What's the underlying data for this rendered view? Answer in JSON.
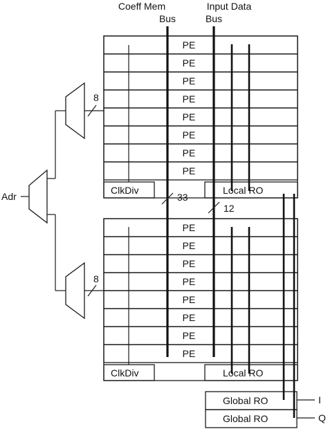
{
  "labels": {
    "coeff_bus_line1": "Coeff Mem",
    "coeff_bus_line2": "Bus",
    "input_bus_line1": "Input Data",
    "input_bus_line2": "Bus",
    "pe": "PE",
    "clkdiv": "ClkDiv",
    "local_ro": "Local RO",
    "global_ro": "Global RO",
    "adr": "Adr",
    "width_8": "8",
    "width_33": "33",
    "width_12": "12",
    "out_i": "I",
    "out_q": "Q"
  },
  "banks": [
    {
      "name": "top",
      "pe_count": 8
    },
    {
      "name": "bottom",
      "pe_count": 8
    }
  ]
}
